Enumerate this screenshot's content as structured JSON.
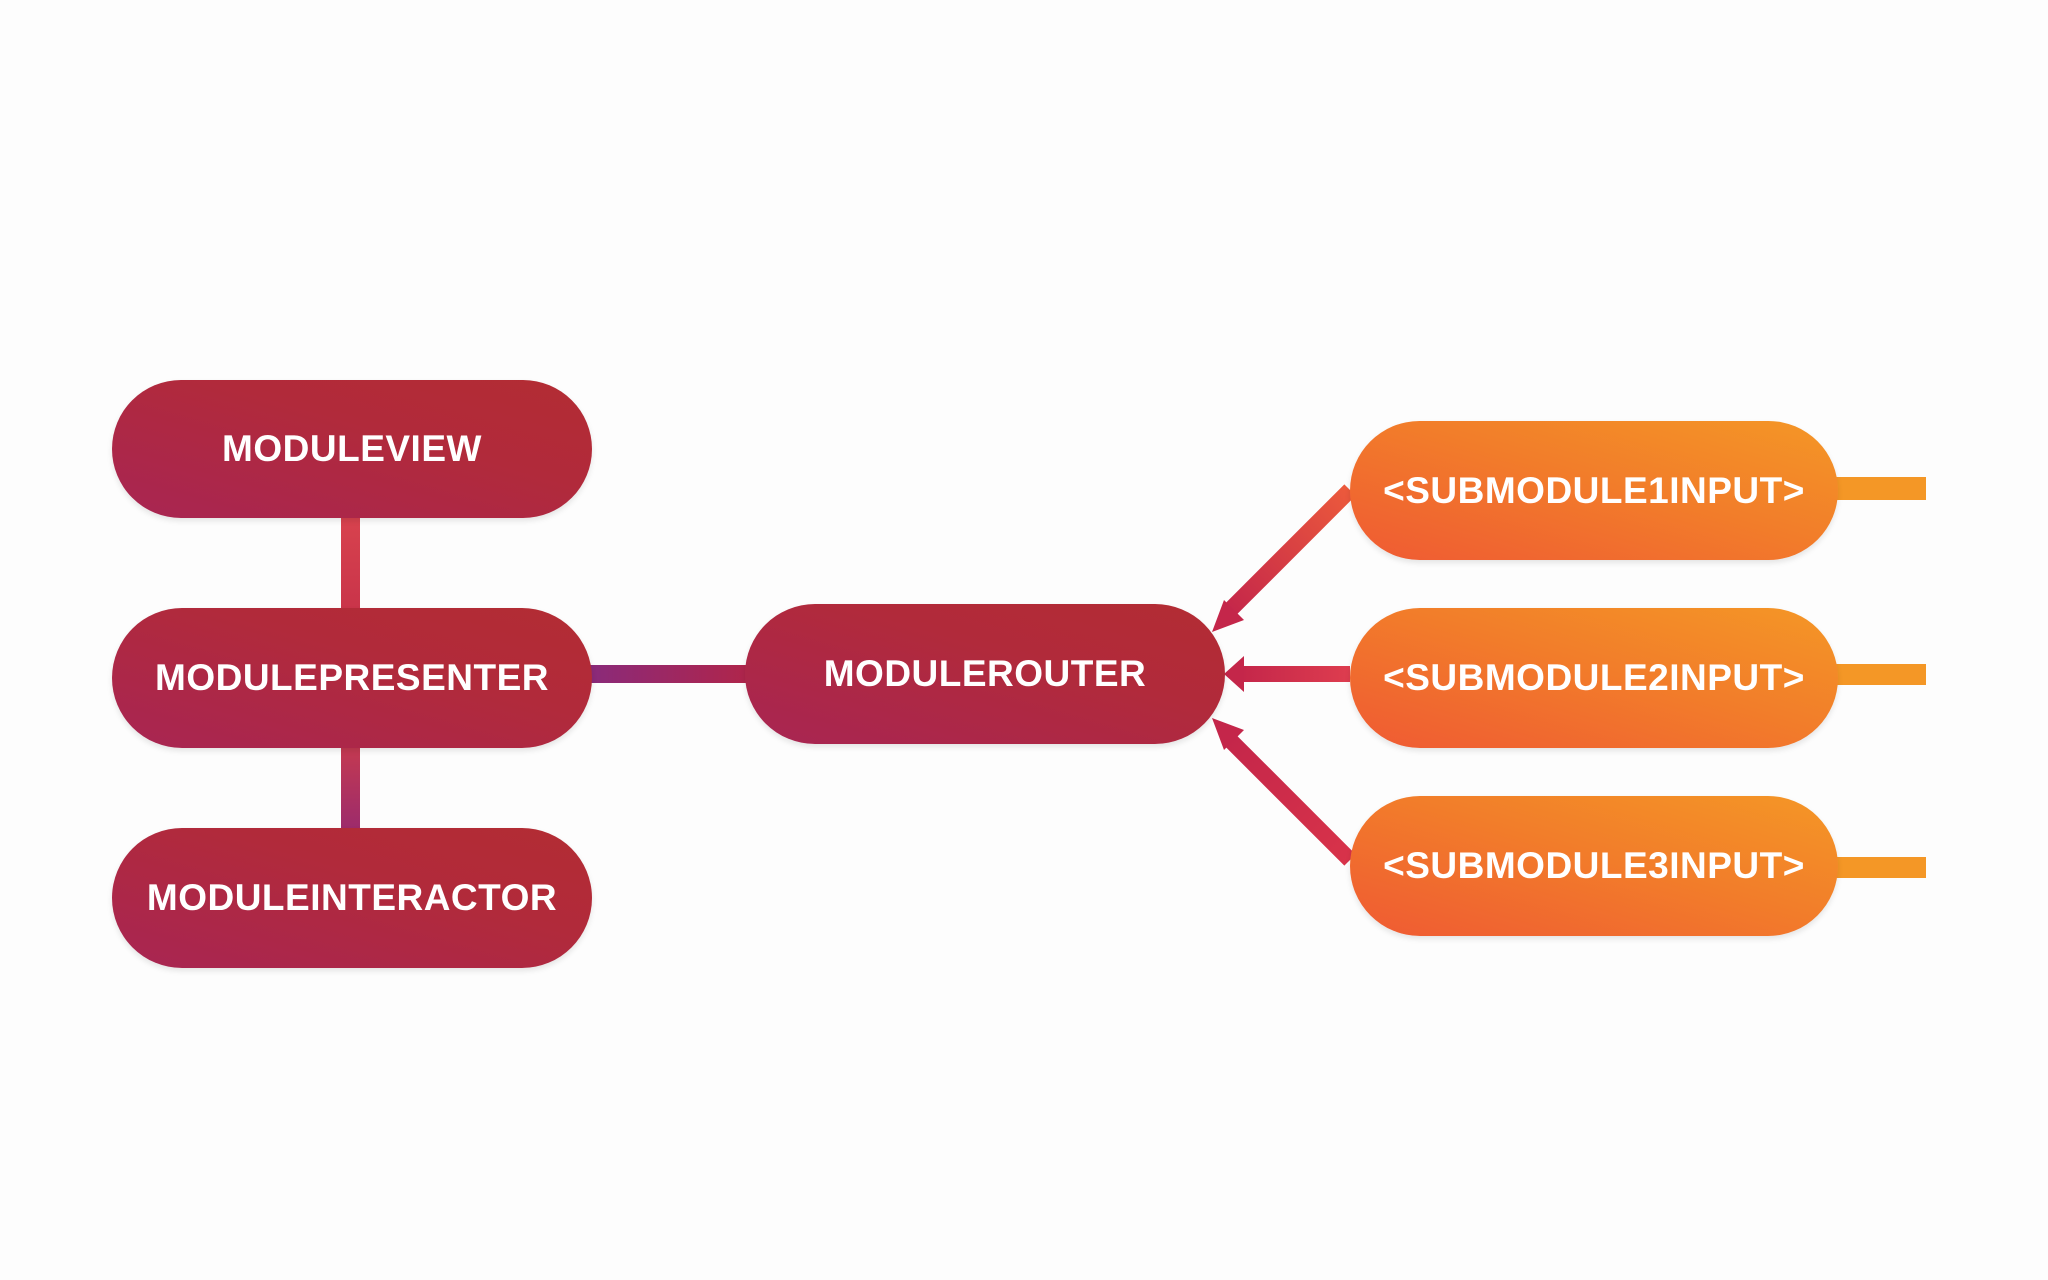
{
  "nodes": {
    "moduleview": "MODULEVIEW",
    "modulepresenter": "MODULEPRESENTER",
    "moduleinteractor": "MODULEINTERACTOR",
    "modulerouter": "MODULEROUTER",
    "submodule1": "<SUBMODULE1INPUT>",
    "submodule2": "<SUBMODULE2INPUT>",
    "submodule3": "<SUBMODULE3INPUT>"
  },
  "colors": {
    "dark_node": "#b12a3b",
    "orange_node": "#f27d2a",
    "background": "#fdfdfd"
  }
}
